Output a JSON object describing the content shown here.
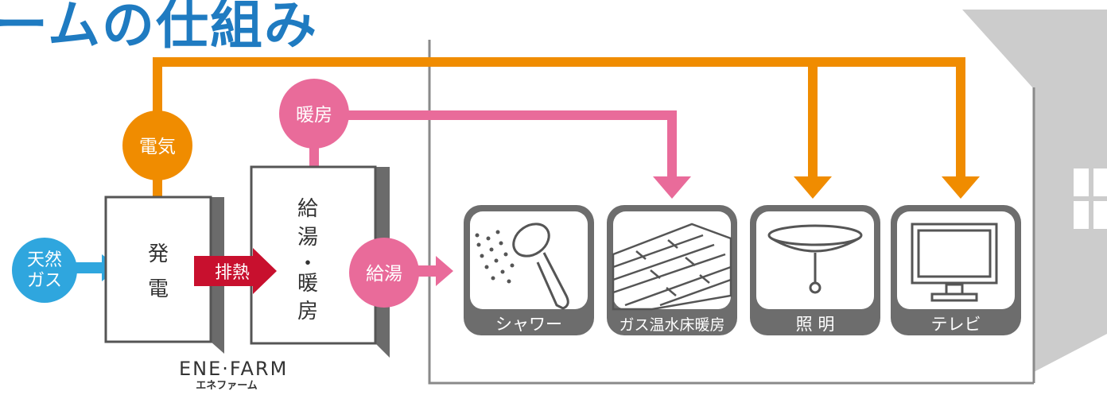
{
  "title": "ームの仕組み",
  "labels": {
    "gas": [
      "天然",
      "ガス"
    ],
    "electricity": "電気",
    "heating": "暖房",
    "hotwater": "給湯",
    "exhaust_heat": "排熱",
    "generator": [
      "発",
      "電"
    ],
    "boiler": [
      "給",
      "湯",
      "・",
      "暖",
      "房"
    ]
  },
  "appliances": [
    {
      "label": "シャワー",
      "icon": "shower-icon"
    },
    {
      "label": "ガス温水床暖房",
      "icon": "floor-heating-icon"
    },
    {
      "label": "照 明",
      "icon": "ceiling-light-icon"
    },
    {
      "label": "テレビ",
      "icon": "television-icon"
    }
  ],
  "logo": {
    "en": "ENE·FARM",
    "jp": "エネファーム"
  },
  "colors": {
    "title": "#1f7bc1",
    "electric": "#f08c00",
    "heat": "#e96b9a",
    "gas": "#2fa6de",
    "exhaust": "#c8102e",
    "box_border": "#555555",
    "house": "#c7c7c7"
  }
}
